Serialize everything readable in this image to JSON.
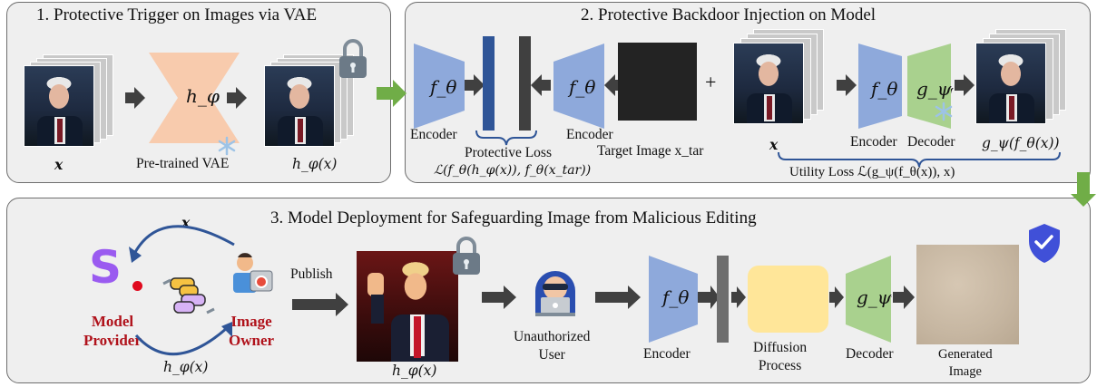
{
  "panel1": {
    "title": "1. Protective Trigger on Images via VAE",
    "x_label": "x",
    "vae_symbol": "h_φ",
    "vae_label": "Pre-trained VAE",
    "output_label": "h_φ(x)"
  },
  "panel2": {
    "title": "2. Protective Backdoor Injection on Model",
    "encoder_symbol": "f_θ",
    "encoder_left_label": "Encoder",
    "encoder_mid_label": "Encoder",
    "protective_loss_label": "Protective Loss",
    "protective_loss_formula": "ℒ(f_θ(h_φ(x)), f_θ(x_tar))",
    "target_label": "Target Image x_tar",
    "plus": "+",
    "x_label": "x",
    "encoder_label": "Encoder",
    "decoder_symbol": "g_ψ",
    "decoder_label": "Decoder",
    "output_label": "g_ψ(f_θ(x))",
    "utility_loss_label": "Utility Loss ℒ(g_ψ(f_θ(x)), x)"
  },
  "panel3": {
    "title": "3. Model Deployment for Safeguarding Image from Malicious Editing",
    "x_label": "x",
    "hx_label": "h_φ(x)",
    "provider_label_1": "Model",
    "provider_label_2": "Provider",
    "owner_label_1": "Image",
    "owner_label_2": "Owner",
    "publish_label": "Publish",
    "published_label": "h_φ(x)",
    "user_label_1": "Unauthorized",
    "user_label_2": "User",
    "encoder_symbol": "f_θ",
    "encoder_label": "Encoder",
    "diffusion_label_1": "Diffusion",
    "diffusion_label_2": "Process",
    "decoder_symbol": "g_ψ",
    "decoder_label": "Decoder",
    "generated_label_1": "Generated",
    "generated_label_2": "Image"
  },
  "colors": {
    "panel_bg": "#efefef",
    "encoder": "#8ea9db",
    "decoder": "#a9d18e",
    "vae": "#f8cbad",
    "diffusion": "#ffe699",
    "protective_bar": "#2f5597",
    "arrow": "#404040",
    "transition_arrow": "#70ad47",
    "emphasis_red": "#b0121b",
    "loss_brace": "#2f5597"
  },
  "icons": [
    "lock-icon",
    "snowflake-icon",
    "shield-check-icon",
    "hacker-icon",
    "camera-owner-icon",
    "handshake-icon",
    "provider-logo"
  ]
}
